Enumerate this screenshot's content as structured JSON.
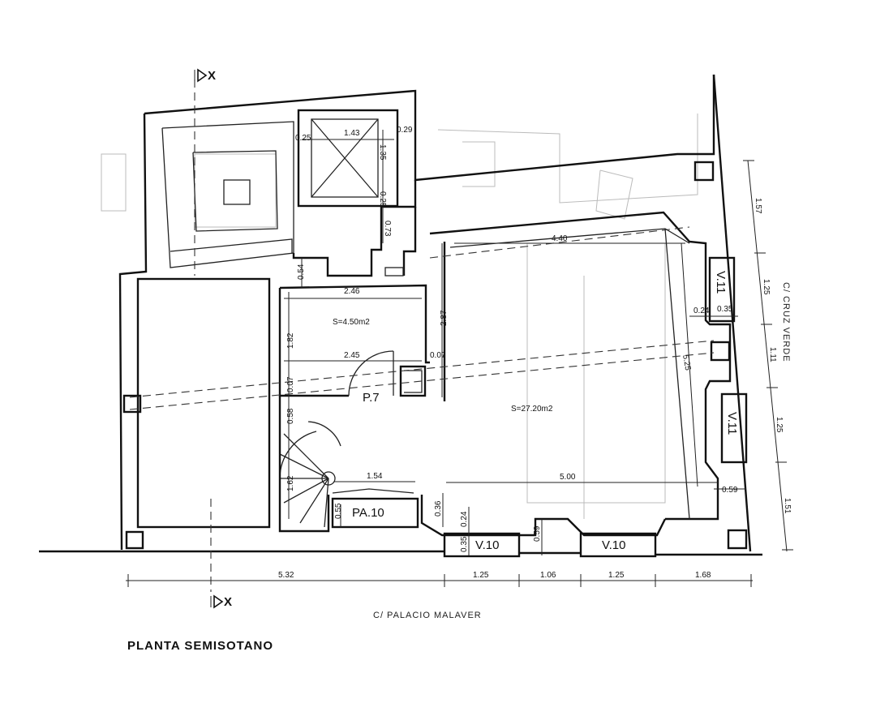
{
  "title": "PLANTA SEMISOTANO",
  "section_mark": "X",
  "streets": {
    "bottom": "C/ PALACIO MALAVER",
    "right": "C/ CRUZ VERDE"
  },
  "rooms": {
    "small_room_area": "S=4.50m2",
    "main_room_area": "S=27.20m2"
  },
  "openings": {
    "door": "P.7",
    "patio_window": "PA.10",
    "window_v10_a": "V.10",
    "window_v10_b": "V.10",
    "window_v11_a": "V.11",
    "window_v11_b": "V.11"
  },
  "dimensions": {
    "d_143": "1.43",
    "d_025_a": "0.25",
    "d_029": "0.29",
    "d_135": "1.35",
    "d_025_b": "0.25",
    "d_073": "0.73",
    "d_054": "0.54",
    "d_246": "2.46",
    "d_182": "1.82",
    "d_245": "2.45",
    "d_007_a": "0.07",
    "d_007_b": "0.07",
    "d_058": "0.58",
    "d_162": "1.62",
    "d_287": "2.87",
    "d_440": "4.40",
    "d_525": "5.25",
    "d_024_a": "0.24",
    "d_035_a": "0.35",
    "d_154": "1.54",
    "d_500": "5.00",
    "d_059_a": "0.59",
    "d_055": "0.55",
    "d_036": "0.36",
    "d_024_b": "0.24",
    "d_035_b": "0.35",
    "d_059_b": "0.59"
  },
  "bottom_chain": {
    "c1": "5.32",
    "c2": "1.25",
    "c3": "1.06",
    "c4": "1.25",
    "c5": "1.68"
  },
  "right_chain": {
    "r1": "1.57",
    "r2": "1.25",
    "r3": "1.11",
    "r4": "1.25",
    "r5": "1.51"
  }
}
